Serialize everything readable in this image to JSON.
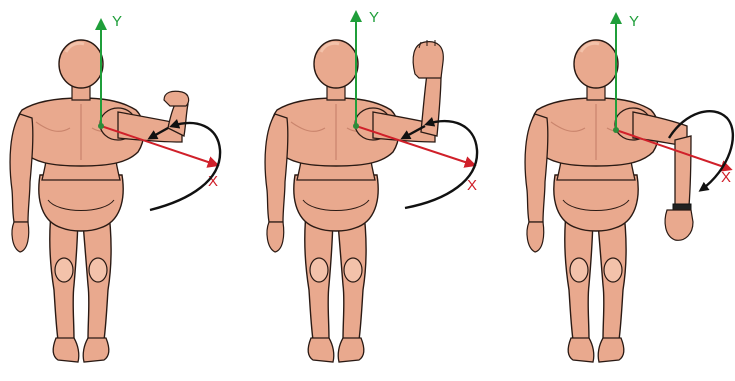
{
  "colors": {
    "background": "#ffffff",
    "skin": "#e9a98e",
    "skin_light": "#f3c2aa",
    "skin_shadow": "#c9846c",
    "outline": "#2a1a14",
    "y_axis": "#1f9e3a",
    "x_axis": "#d0202a",
    "rotation_arrow": "#111111",
    "joint_dot": "#2e8b3a"
  },
  "axis_labels": {
    "y": "Y",
    "x": "X"
  },
  "panels": [
    {
      "id": "forearm-forward"
    },
    {
      "id": "forearm-up"
    },
    {
      "id": "forearm-down"
    }
  ]
}
